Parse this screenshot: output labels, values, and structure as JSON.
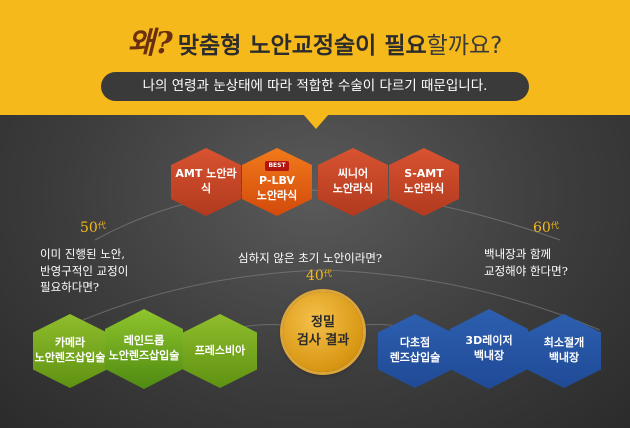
{
  "header": {
    "why": "왜?",
    "headline_bold": "맞춤형 노안교정술이 필요",
    "headline_regular": "할까요?",
    "subheadline": "나의 연령과 눈상태에 따라 적합한 수술이 다르기 때문입니다."
  },
  "top_group": {
    "items": [
      {
        "label1": "AMT 노안라식",
        "label2": ""
      },
      {
        "badge": "BEST",
        "label1": "P-LBV",
        "label2": "노안라식"
      },
      {
        "label1": "씨니어",
        "label2": "노안라식"
      },
      {
        "label1": "S-AMT",
        "label2": "노안라식"
      }
    ],
    "note": "심하지 않은 초기 노안이라면?",
    "age": "40",
    "age_suffix": "代"
  },
  "left_group": {
    "age": "50",
    "age_suffix": "代",
    "note_lines": [
      "이미 진행된 노안,",
      "반영구적인 교정이",
      "필요하다면?"
    ],
    "items": [
      {
        "label1": "카메라",
        "label2": "노안렌즈삽입술"
      },
      {
        "label1": "레인드롭",
        "label2": "노안렌즈삽입술"
      },
      {
        "label1": "프레스비아",
        "label2": ""
      }
    ]
  },
  "right_group": {
    "age": "60",
    "age_suffix": "代",
    "note_lines": [
      "백내장과 함께",
      "교정해야 한다면?"
    ],
    "items": [
      {
        "label1": "다초점",
        "label2": "렌즈삽입술"
      },
      {
        "label1": "3D레이저",
        "label2": "백내장"
      },
      {
        "label1": "최소절개",
        "label2": "백내장"
      }
    ]
  },
  "center": {
    "line1": "정밀",
    "line2": "검사 결과"
  },
  "colors": {
    "banner": "#f6b91c",
    "top_hex": "#c9461f",
    "left_hex": "#7aab1f",
    "right_hex": "#2456a5",
    "center": "#e3a624"
  }
}
